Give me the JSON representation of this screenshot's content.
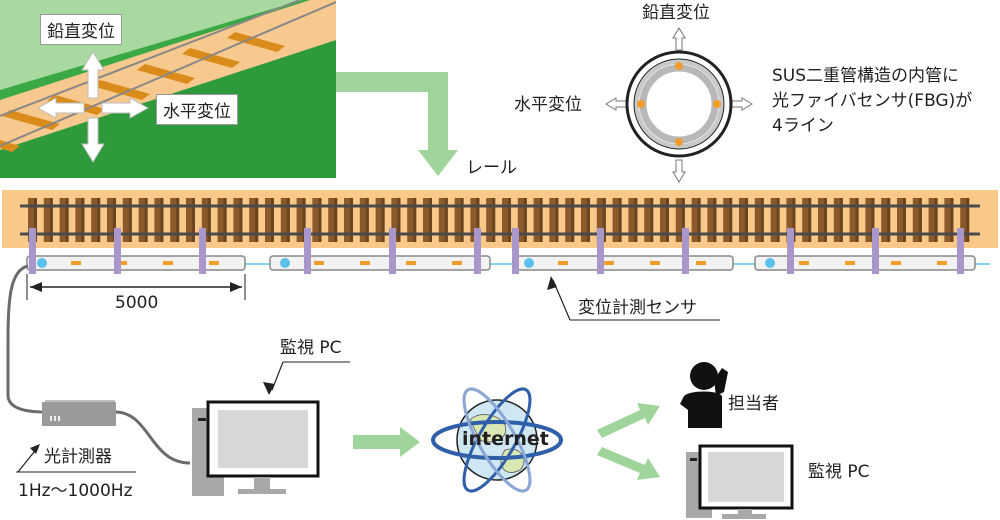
{
  "scene": {
    "vertical_label": "鉛直変位",
    "horizontal_label": "水平変位"
  },
  "rail_label": "レール",
  "cross_section": {
    "vertical_label": "鉛直変位",
    "horizontal_label": "水平変位",
    "description_lines": [
      "SUS二重管構造の内管に",
      "光ファイバセンサ(FBG)が",
      "4ライン"
    ]
  },
  "dimension_label": "5000",
  "sensor_label": "変位計測センサ",
  "monitor_pc_label": "監視 PC",
  "instrument": {
    "label": "光計測器",
    "frequency": "1Hz〜1000Hz"
  },
  "internet_label": "internet",
  "person_label": "担当者",
  "remote_pc_label": "監視 PC",
  "colors": {
    "ballast": "#f9c98a",
    "sleeper": "#8b5a2b",
    "rail": "#4a4a4a",
    "clamp": "#a997cc",
    "fbg": "#f39c2a",
    "node": "#5bc0eb",
    "arrow_green": "#9fd49a",
    "grass": "#5cb85c"
  }
}
